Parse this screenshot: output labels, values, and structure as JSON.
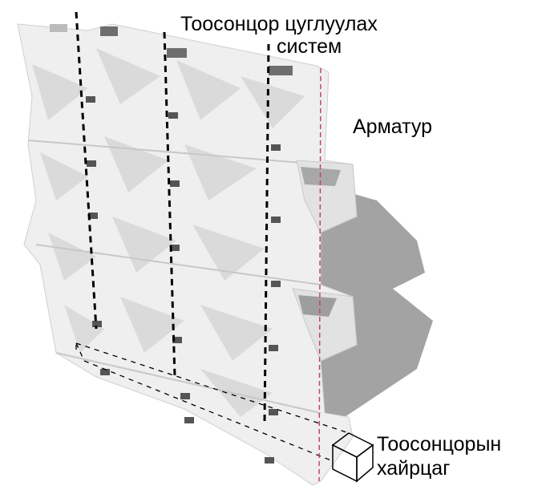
{
  "labels": {
    "collection_system_line1": "Тоосонцор цуглуулах",
    "collection_system_line2": "систем",
    "rebar": "Арматур",
    "dust_box_line1": "Тоосонцорын",
    "dust_box_line2": "хайрцаг"
  },
  "colors": {
    "wall_light": "#f2f2f2",
    "wall_mid": "#dcdcdc",
    "wall_dark": "#c4c4c4",
    "shadow": "#9a9a9a",
    "rebar_line": "#c0407a",
    "dashed_line": "#000000"
  }
}
